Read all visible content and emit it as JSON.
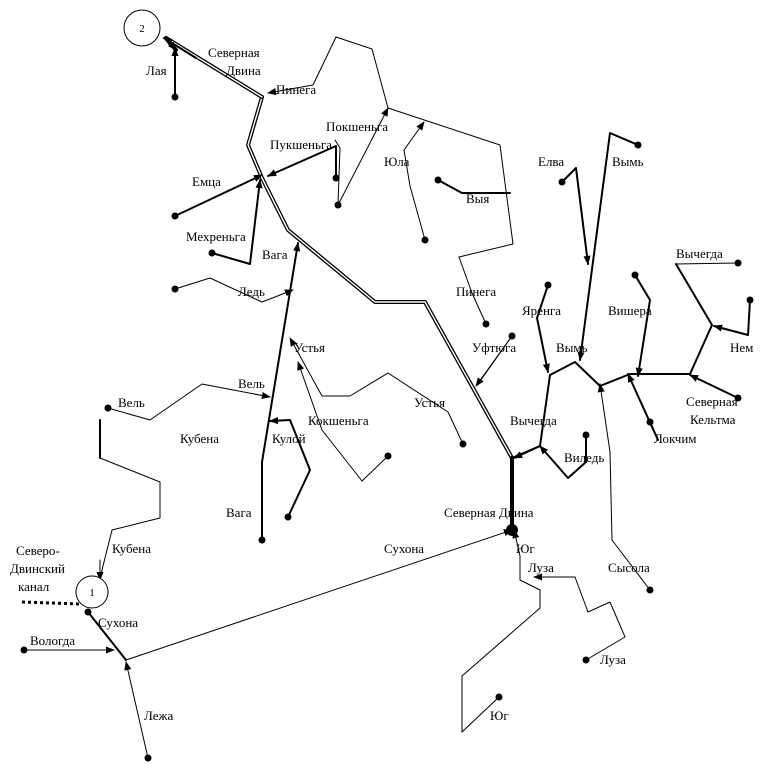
{
  "labels": {
    "severnaya_dvina_top": [
      "Северная",
      "Двина"
    ],
    "laya": "Лая",
    "pinega_1": "Пинега",
    "pokshenga": "Покшеньга",
    "pukshenga": "Пукшеньга",
    "yula": "Юла",
    "emtsa": "Емца",
    "vyya": "Выя",
    "elva": "Елва",
    "vym_top": "Вымь",
    "mekhrenga": "Мехреньга",
    "vaga_1": "Вага",
    "vychegda_top": "Вычегда",
    "led": "Ледь",
    "pinega_2": "Пинега",
    "yarenga": "Яренга",
    "vishera": "Вишера",
    "nem": "Нем",
    "ustya_1": "Устья",
    "uftyuga": "Уфтюга",
    "vym_2": "Вымь",
    "vel_1": "Вель",
    "vel_2": "Вель",
    "ustya_2": "Устья",
    "severnaya_keltma": [
      "Северная",
      "Кельтма"
    ],
    "kubena_1": "Кубена",
    "kokshenga": "Кокшеньга",
    "vychegda_2": "Вычегда",
    "kuloy": "Кулой",
    "lokchim": "Локчим",
    "viled": "Виледь",
    "vaga_2": "Вага",
    "severnaya_dvina_mid": "Северная Двина",
    "severo_dvinsky_kanal": [
      "Северо-",
      "Двинский",
      "канал"
    ],
    "kubena_2": "Кубена",
    "sukhona_1": "Сухона",
    "yug_1": "Юг",
    "luza_1": "Луза",
    "sysola": "Сысола",
    "sukhona_2": "Сухона",
    "vologda": "Вологда",
    "luza_2": "Луза",
    "lezha": "Лежа",
    "yug_2": "Юг"
  },
  "nodes": {
    "node_1": "1",
    "node_2": "2"
  }
}
